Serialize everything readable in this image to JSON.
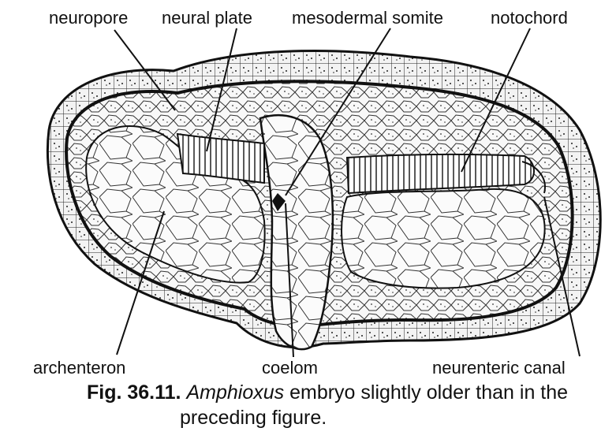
{
  "labels": {
    "neuropore": "neuropore",
    "neural_plate": "neural plate",
    "mesodermal_somite": "mesodermal somite",
    "notochord": "notochord",
    "archenteron": "archenteron",
    "coelom": "coelom",
    "neurenteric_canal": "neurenteric canal"
  },
  "caption": {
    "figure_number": "Fig. 36.11.",
    "species": "Amphioxus",
    "text_line1_rest": " embryo slightly older than in the",
    "text_line2": "preceding figure."
  },
  "colors": {
    "ink": "#111111",
    "background": "#ffffff",
    "tissue": "#f7f7f7"
  }
}
